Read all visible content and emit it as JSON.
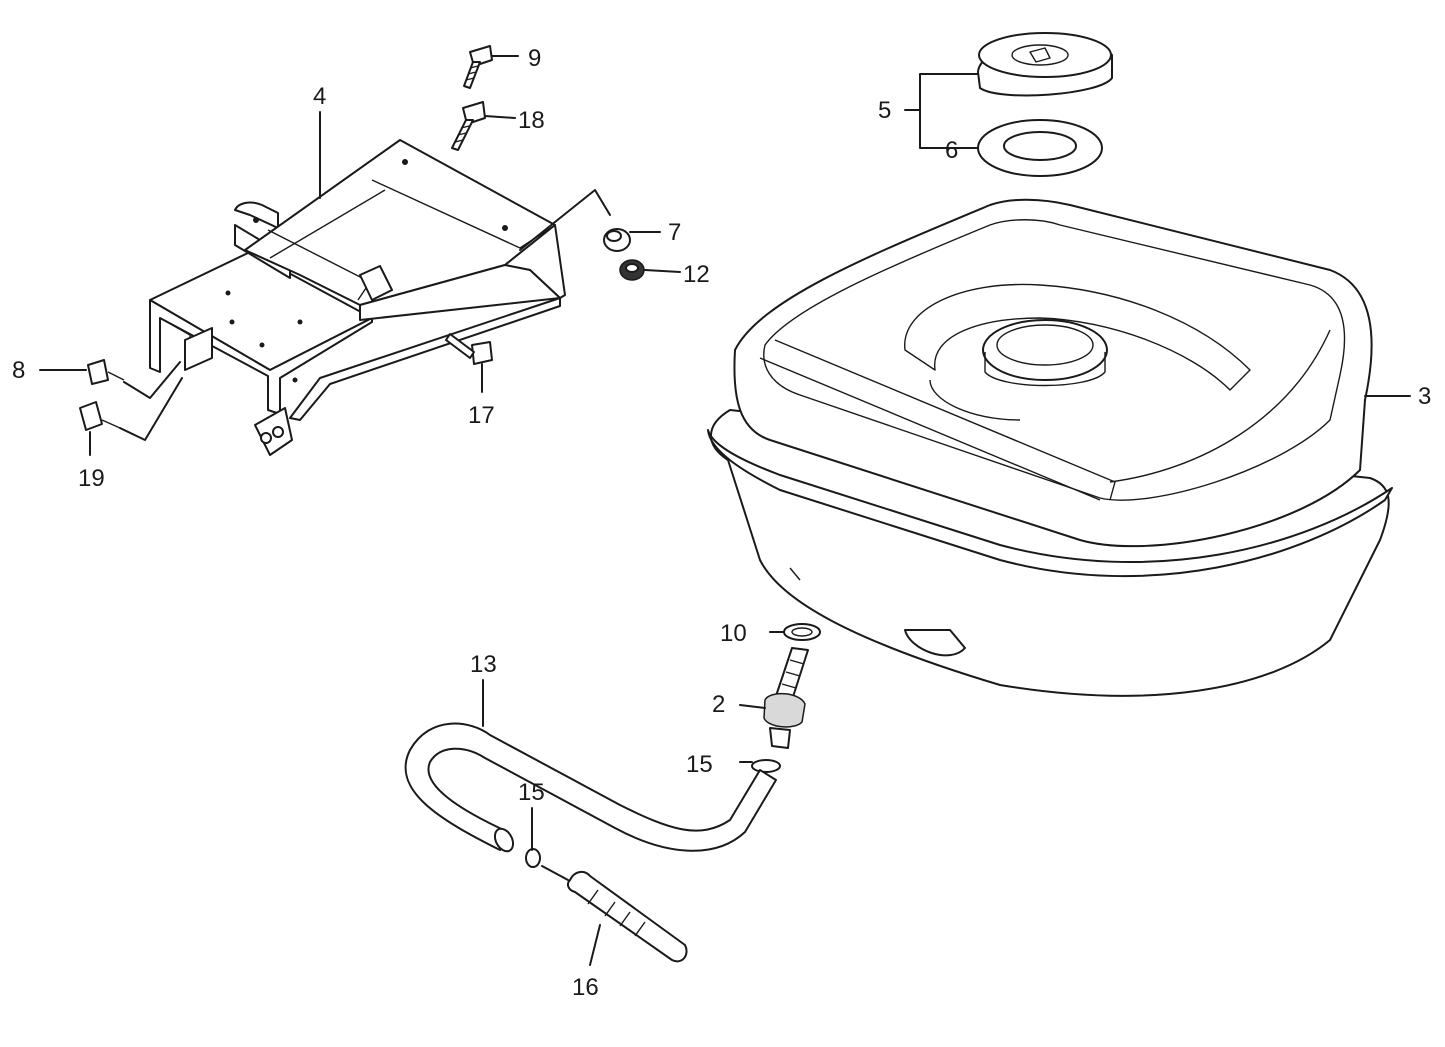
{
  "diagram": {
    "callouts": [
      {
        "id": "c9",
        "text": "9"
      },
      {
        "id": "c18",
        "text": "18"
      },
      {
        "id": "c4",
        "text": "4"
      },
      {
        "id": "c5",
        "text": "5"
      },
      {
        "id": "c6",
        "text": "6"
      },
      {
        "id": "c7",
        "text": "7"
      },
      {
        "id": "c12",
        "text": "12"
      },
      {
        "id": "c8",
        "text": "8"
      },
      {
        "id": "c17",
        "text": "17"
      },
      {
        "id": "c19",
        "text": "19"
      },
      {
        "id": "c3",
        "text": "3"
      },
      {
        "id": "c10",
        "text": "10"
      },
      {
        "id": "c13",
        "text": "13"
      },
      {
        "id": "c2",
        "text": "2"
      },
      {
        "id": "c15a",
        "text": "15"
      },
      {
        "id": "c15b",
        "text": "15"
      },
      {
        "id": "c16",
        "text": "16"
      }
    ]
  }
}
